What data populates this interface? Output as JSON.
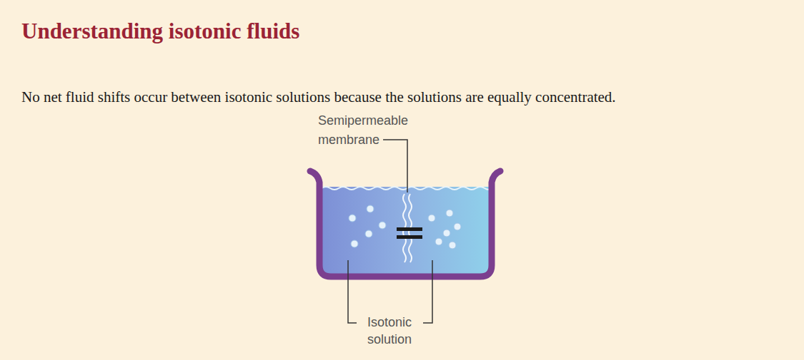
{
  "diagram": {
    "title": "Understanding isotonic fluids",
    "labels": [
      "No net fluid shifts occur between isotonic solutions because the solutions are equally concentrated.",
      "Semipermeable membrane",
      "Isotonic solution"
    ]
  }
}
